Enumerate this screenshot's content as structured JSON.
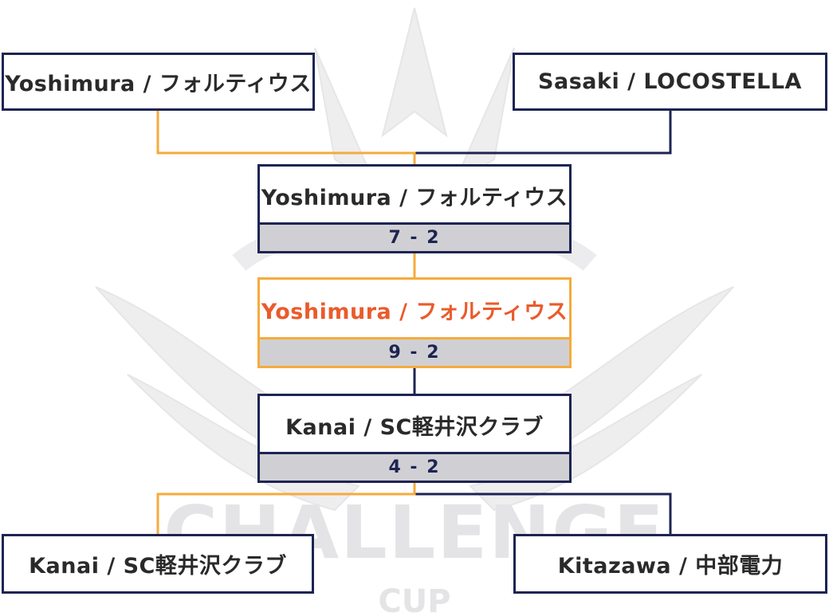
{
  "colors": {
    "navy": "#1e2452",
    "winner": "#f5ab3c",
    "winner_text": "#ea5b2b",
    "score_bg": "#d0d0d4"
  },
  "watermark_icon": "challenge-cup-crown-logo",
  "watermark": {
    "title": "CHALLENGE",
    "subtitle": "CUP"
  },
  "top_left": {
    "name": "Yoshimura / フォルティウス"
  },
  "top_right": {
    "name": "Sasaki / LOCOSTELLA"
  },
  "match1": {
    "name": "Yoshimura / フォルティウス",
    "score": "7 - 2"
  },
  "final": {
    "name": "Yoshimura / フォルティウス",
    "score": "9 - 2"
  },
  "match2": {
    "name": "Kanai / SC軽井沢クラブ",
    "score": "4 - 2"
  },
  "bottom_left": {
    "name": "Kanai / SC軽井沢クラブ"
  },
  "bottom_right": {
    "name": "Kitazawa / 中部電力"
  }
}
